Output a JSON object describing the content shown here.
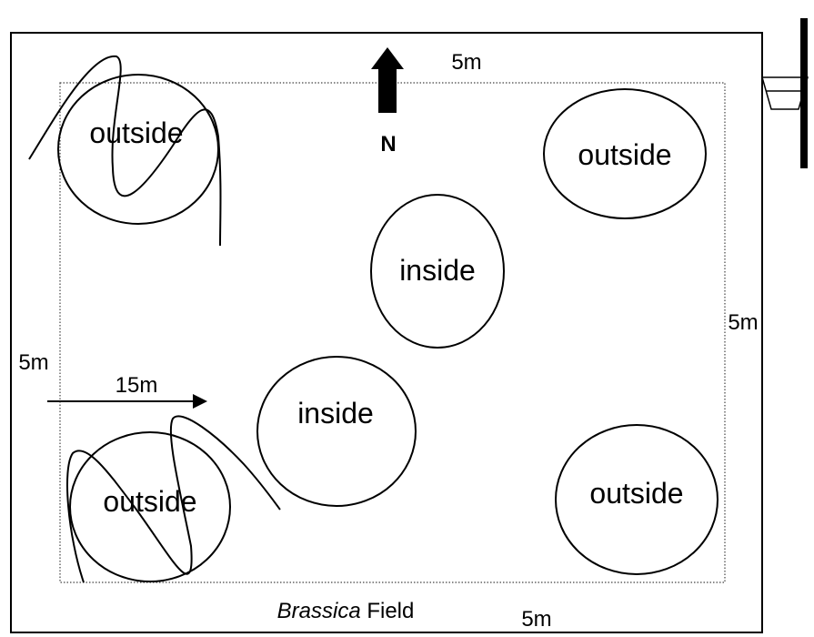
{
  "north_label": "N",
  "dimensions": {
    "top": "5m",
    "right": "5m",
    "left": "5m",
    "bottom": "5m",
    "inner_arrow": "15m"
  },
  "plots": [
    {
      "label": "outside"
    },
    {
      "label": "outside"
    },
    {
      "label": "inside"
    },
    {
      "label": "inside"
    },
    {
      "label": "outside"
    },
    {
      "label": "outside"
    }
  ],
  "field_label": {
    "italic": "Brassica",
    "rest": " Field"
  }
}
